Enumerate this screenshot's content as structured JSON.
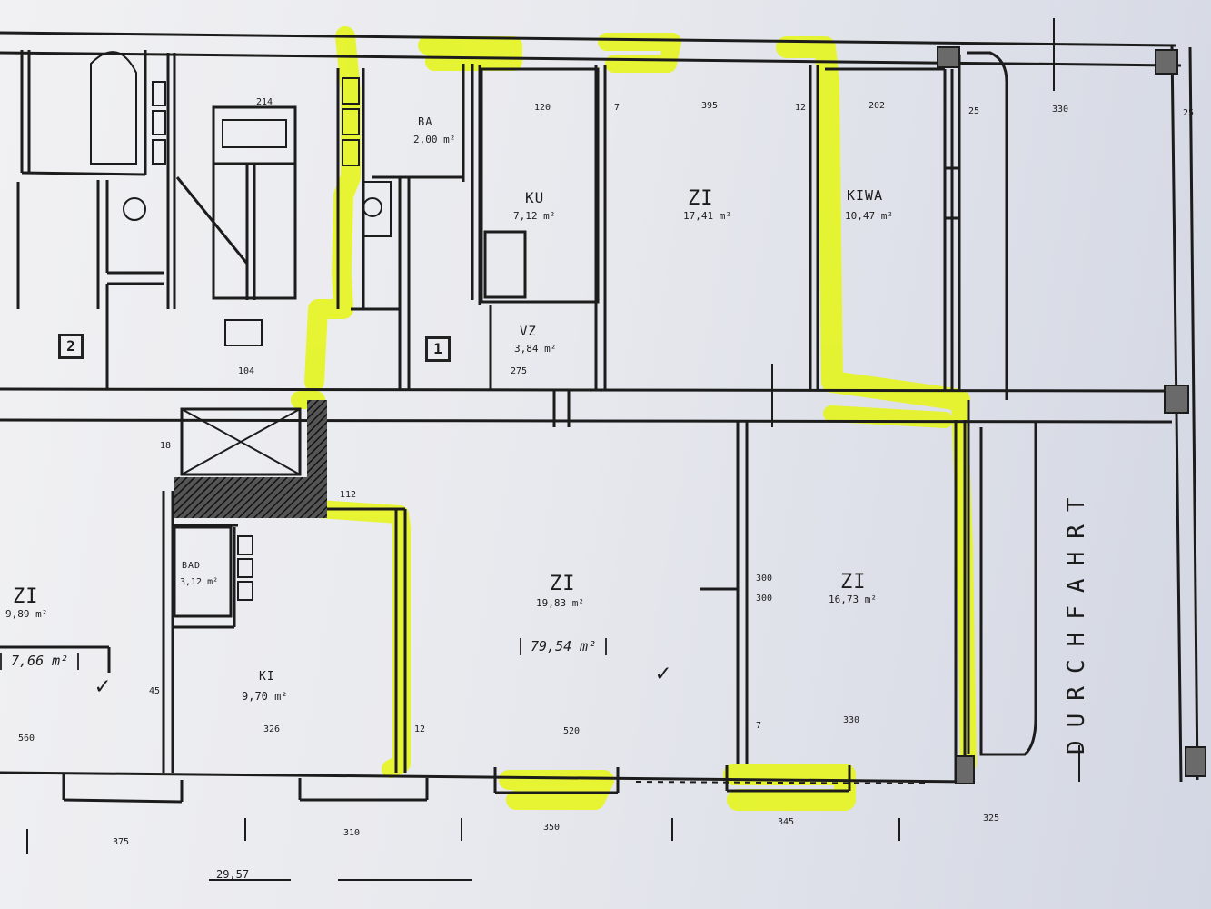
{
  "colors": {
    "paper": "#ecedf1",
    "ink": "#1c1c1c",
    "highlight": "#e5f51e"
  },
  "rooms": {
    "zi_top_right": {
      "name": "ZI",
      "area": "17,41 m²"
    },
    "kiwa": {
      "name": "KIWA",
      "area": "10,47 m²"
    },
    "ku": {
      "name": "KU",
      "area": "7,12 m²"
    },
    "vz": {
      "name": "VZ",
      "area": "3,84 m²"
    },
    "bad": {
      "name": "BA",
      "area": "2,00 m²"
    },
    "zi_center": {
      "name": "ZI",
      "area": "19,83 m²"
    },
    "zi_right": {
      "name": "ZI",
      "area": "16,73 m²"
    },
    "zi_left": {
      "name": "ZI",
      "area": "9,89 m²"
    },
    "ki_left": {
      "name": "KI",
      "area": "9,70 m²"
    },
    "bad_left": {
      "name": "BAD",
      "area": "3,12 m²"
    }
  },
  "totals": {
    "unit_total": "79,54 m²",
    "left_total": "7,66 m²",
    "check_mark": "✓"
  },
  "unit_numbers": {
    "one": "1",
    "two": "2"
  },
  "street": {
    "label": "DURCHFAHRT"
  },
  "dimensions": {
    "d_395": "395",
    "d_202": "202",
    "d_120": "120",
    "d_330": "330",
    "d_25a": "25",
    "d_25b": "25",
    "d_12a": "12",
    "d_7a": "7",
    "d_7b": "7",
    "d_12b": "12",
    "d_325": "325",
    "d_330b": "330",
    "d_520": "520",
    "d_560": "560",
    "d_326": "326",
    "d_310": "310",
    "d_350": "350",
    "d_345": "345",
    "d_375": "375",
    "d_2957": "29,57",
    "d_300": "300",
    "d_300b": "300",
    "d_275": "275",
    "d_214": "214",
    "d_104": "104",
    "d_112": "112",
    "d_45": "45",
    "d_18": "18"
  }
}
